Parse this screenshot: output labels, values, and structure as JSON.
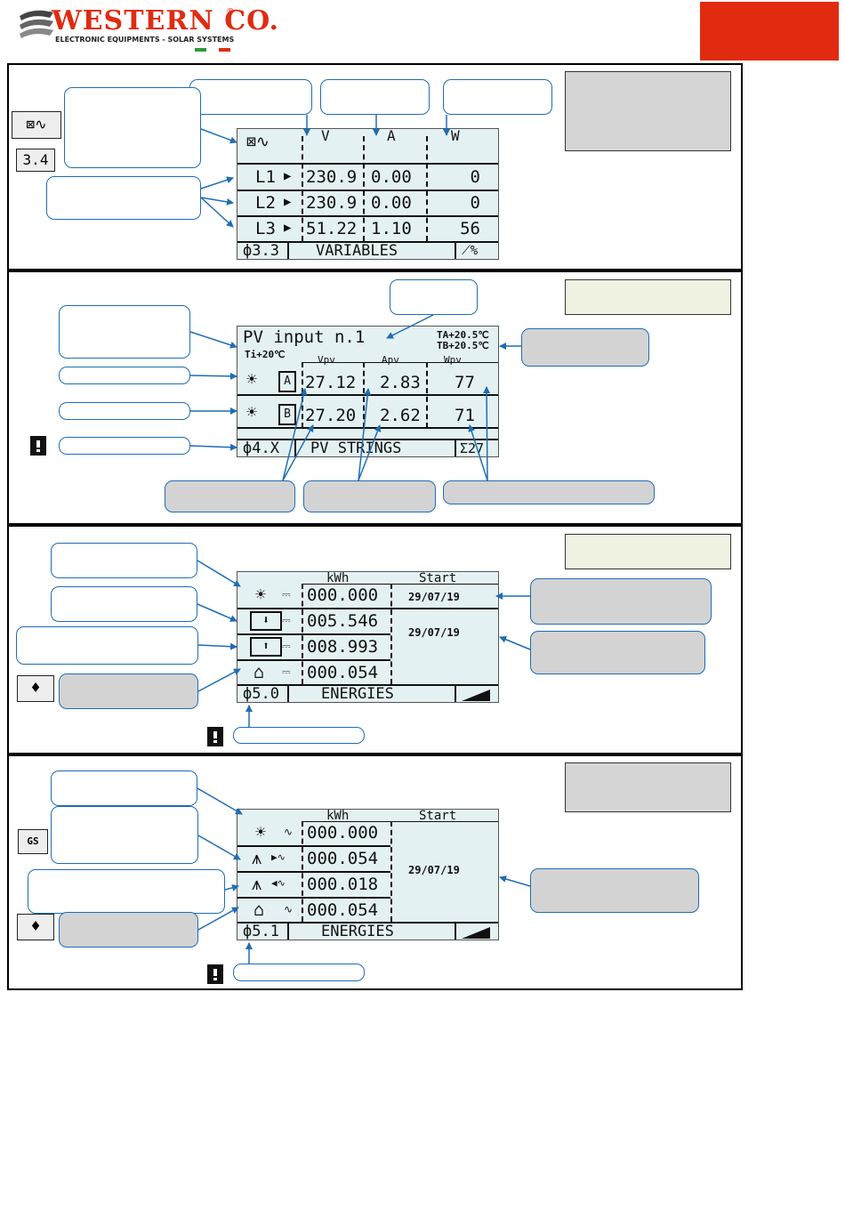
{
  "brand": {
    "name": "WESTERN CO.",
    "registered": "®",
    "tagline": "ELECTRONIC EQUIPMENTS - SOLAR SYSTEMS",
    "accent_color": "#e02b10"
  },
  "screen1": {
    "head_v": "V",
    "head_a": "A",
    "head_w": "W",
    "rows": [
      {
        "label": "L1",
        "v": "230.9",
        "a": "0.00",
        "w": "0"
      },
      {
        "label": "L2",
        "v": "230.9",
        "a": "0.00",
        "w": "0"
      },
      {
        "label": "L3",
        "v": "51.22",
        "a": "1.10",
        "w": "56"
      }
    ],
    "footer_code": "3.3",
    "footer_title": "VARIABLES",
    "footer_right": "⟋%",
    "side_code": "3.4"
  },
  "screen2": {
    "title": "PV input n.1",
    "ta": "TA+20.5℃",
    "tb": "TB+20.5℃",
    "ti": "Ti+20℃",
    "head_v": "Vpv",
    "head_a": "Apv",
    "head_w": "Wpv",
    "rows": [
      {
        "tag": "A",
        "v": "27.12",
        "a": "2.83",
        "w": "77"
      },
      {
        "tag": "B",
        "v": "27.20",
        "a": "2.62",
        "w": "71"
      }
    ],
    "footer_code": "4.X",
    "footer_title": "PV STRINGS",
    "footer_right": "Σ27"
  },
  "screen3": {
    "head_kwh": "kWh",
    "head_start": "Start",
    "rows": [
      "000.000",
      "005.546",
      "008.993",
      "000.054"
    ],
    "date1": "29/07/19",
    "date2": "29/07/19",
    "footer_code": "5.0",
    "footer_title": "ENERGIES"
  },
  "screen4": {
    "head_kwh": "kWh",
    "head_start": "Start",
    "rows": [
      "000.000",
      "000.054",
      "000.018",
      "000.054"
    ],
    "date": "29/07/19",
    "footer_code": "5.1",
    "footer_title": "ENERGIES",
    "side_icon": "GS"
  },
  "icons": {
    "sun": "sun-icon",
    "battery_charge": "battery-charge-icon",
    "battery_discharge": "battery-discharge-icon",
    "house": "house-icon",
    "grid_tower": "grid-tower-icon",
    "inverter": "inverter-icon",
    "bulb": "bulb-icon",
    "button": "button-icon"
  },
  "colors": {
    "arrow": "#1f6db5",
    "lcd": "#e4f1f3",
    "note_grey": "#d5d5d5",
    "note_cream": "#f1f3e2"
  }
}
